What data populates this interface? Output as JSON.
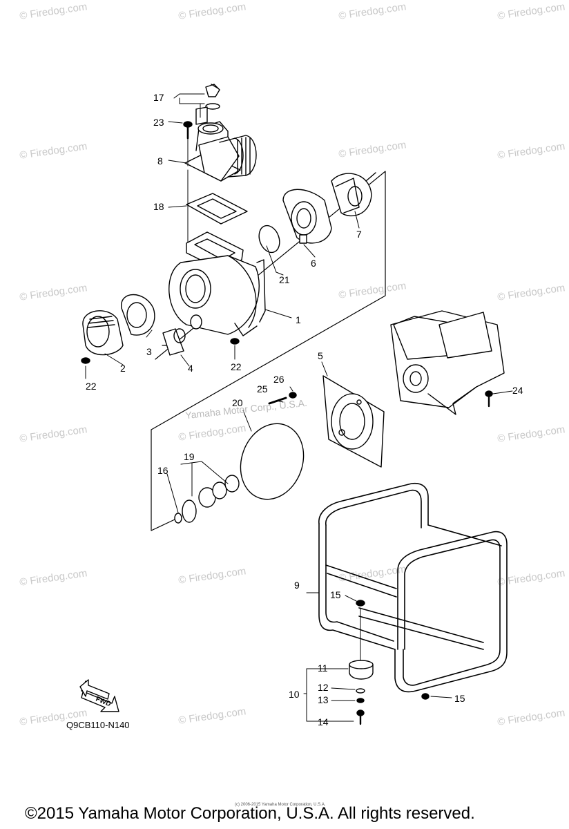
{
  "watermark_text": "© Firedog.com",
  "center_watermark": "Yamaha Motor Corp., U.S.A.",
  "diagram_code": "Q9CB110-N140",
  "fwd_label": "FWD",
  "mini_copyright": "(c) 2006-2015 Yamaha Motor Corporation, U.S.A.",
  "copyright": "©2015 Yamaha Motor Corporation, U.S.A. All rights reserved.",
  "callouts": [
    "1",
    "2",
    "3",
    "4",
    "5",
    "6",
    "7",
    "8",
    "9",
    "10",
    "11",
    "12",
    "13",
    "14",
    "15",
    "15",
    "16",
    "17",
    "18",
    "19",
    "20",
    "21",
    "22",
    "22",
    "23",
    "24",
    "25",
    "26"
  ]
}
